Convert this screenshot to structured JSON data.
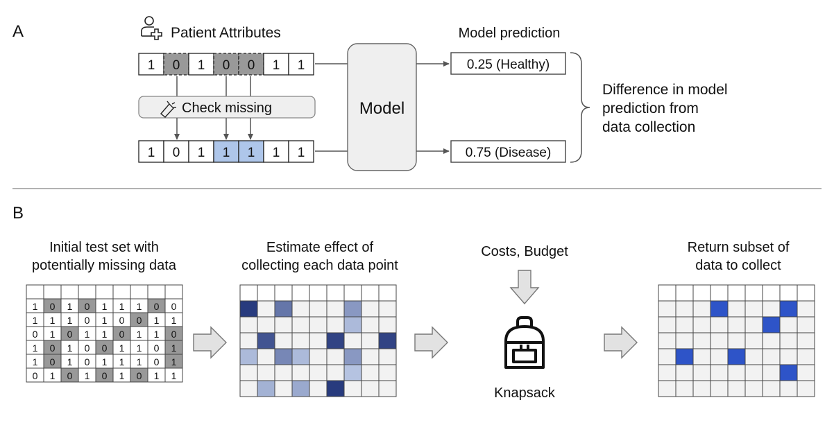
{
  "panel_a": {
    "label": "A",
    "patient_title": "Patient Attributes",
    "patient_icon": "patient-add-icon",
    "input_row": [
      {
        "v": "1",
        "state": "present"
      },
      {
        "v": "0",
        "state": "missing"
      },
      {
        "v": "1",
        "state": "present"
      },
      {
        "v": "0",
        "state": "missing"
      },
      {
        "v": "0",
        "state": "missing"
      },
      {
        "v": "1",
        "state": "present"
      },
      {
        "v": "1",
        "state": "present"
      }
    ],
    "check_missing_label": "Check missing",
    "check_icon": "flashlight-icon",
    "output_row": [
      {
        "v": "1",
        "state": "present"
      },
      {
        "v": "0",
        "state": "present"
      },
      {
        "v": "1",
        "state": "present"
      },
      {
        "v": "1",
        "state": "collected"
      },
      {
        "v": "1",
        "state": "collected"
      },
      {
        "v": "1",
        "state": "present"
      },
      {
        "v": "1",
        "state": "present"
      }
    ],
    "model_label": "Model",
    "prediction_title": "Model prediction",
    "prediction_1": "0.25 (Healthy)",
    "prediction_2": "0.75 (Disease)",
    "difference_line1": "Difference in model",
    "difference_line2": "prediction from",
    "difference_line3": "data collection"
  },
  "panel_b": {
    "label": "B",
    "step1_line1": "Initial test set with",
    "step1_line2": "potentially missing data",
    "step1_grid": [
      [
        "1",
        "0",
        "1",
        "0",
        "1",
        "1",
        "1",
        "0",
        "0"
      ],
      [
        "1",
        "1",
        "1",
        "0",
        "1",
        "0",
        "0",
        "1",
        "1"
      ],
      [
        "0",
        "1",
        "0",
        "1",
        "1",
        "0",
        "1",
        "1",
        "0"
      ],
      [
        "1",
        "0",
        "1",
        "0",
        "0",
        "1",
        "1",
        "0",
        "1"
      ],
      [
        "1",
        "0",
        "1",
        "0",
        "1",
        "1",
        "1",
        "0",
        "1"
      ],
      [
        "0",
        "1",
        "0",
        "1",
        "0",
        "1",
        "0",
        "1",
        "1"
      ]
    ],
    "step1_missing": [
      [
        0,
        1,
        0,
        1,
        0,
        0,
        0,
        1,
        0
      ],
      [
        0,
        0,
        0,
        0,
        0,
        0,
        1,
        0,
        0
      ],
      [
        0,
        0,
        1,
        0,
        0,
        1,
        0,
        0,
        1
      ],
      [
        0,
        1,
        0,
        0,
        1,
        0,
        0,
        0,
        1
      ],
      [
        0,
        1,
        0,
        0,
        0,
        0,
        0,
        0,
        1
      ],
      [
        0,
        0,
        1,
        0,
        1,
        0,
        1,
        0,
        0
      ]
    ],
    "step2_line1": "Estimate effect of",
    "step2_line2": "collecting each data point",
    "step2_effects": [
      [
        0.95,
        0,
        0.6,
        0,
        0,
        0,
        0.4,
        0,
        0
      ],
      [
        0,
        0,
        0,
        0,
        0,
        0,
        0.2,
        0,
        0
      ],
      [
        0,
        0.8,
        0,
        0,
        0,
        0.9,
        0,
        0,
        0.9
      ],
      [
        0.2,
        0,
        0.5,
        0.2,
        0,
        0,
        0.4,
        0,
        0
      ],
      [
        0,
        0,
        0,
        0,
        0,
        0,
        0.15,
        0,
        0
      ],
      [
        0,
        0.25,
        0,
        0.3,
        0,
        0.95,
        0,
        0,
        0
      ]
    ],
    "knapsack_input": "Costs, Budget",
    "knapsack_icon": "backpack-icon",
    "knapsack_label": "Knapsack",
    "step4_line1": "Return subset of",
    "step4_line2": "data to collect",
    "step4_selected": [
      [
        0,
        0,
        0,
        1,
        0,
        0,
        0,
        1,
        0
      ],
      [
        0,
        0,
        0,
        0,
        0,
        0,
        1,
        0,
        0
      ],
      [
        0,
        0,
        0,
        0,
        0,
        0,
        0,
        0,
        0
      ],
      [
        0,
        1,
        0,
        0,
        1,
        0,
        0,
        0,
        0
      ],
      [
        0,
        0,
        0,
        0,
        0,
        0,
        0,
        1,
        0
      ],
      [
        0,
        0,
        0,
        0,
        0,
        0,
        0,
        0,
        0
      ]
    ],
    "colors": {
      "missing": "#999999",
      "collected": "#aec6ea",
      "selected": "#2e54c8",
      "empty": "#f2f2f2",
      "healthy_text": "#4a7a2a",
      "disease_text": "#c86060"
    }
  }
}
